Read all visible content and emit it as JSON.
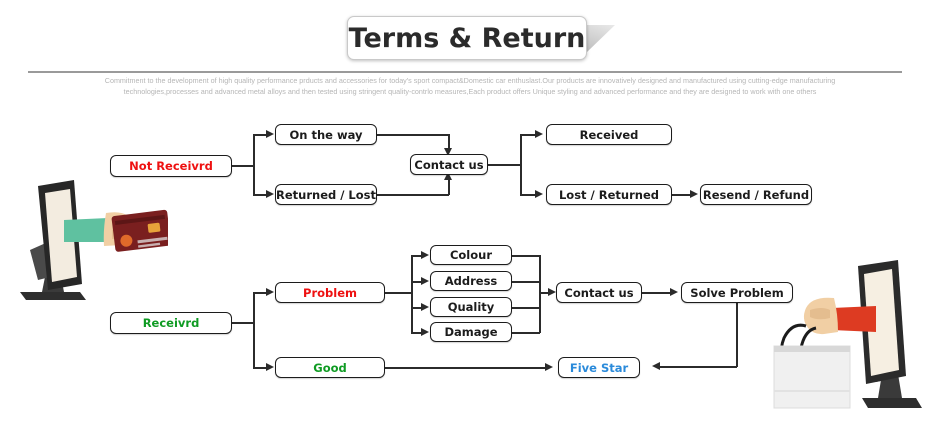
{
  "header": {
    "title": "Terms & Return",
    "intro_line1": "Commitment to the development of high quality performance prducts and accessories for today's sport compact&Domestic car enthuslast.Our products are innovatively designed and manufactured using cutting-edge manufacturing",
    "intro_line2": "technologies,processes and advanced metal alloys and then tested using stringent quality-contrlo measures,Each  product offers Unique styling and advanced performance and they are designed to work with one others"
  },
  "colors": {
    "red": "#ee1111",
    "green": "#0f9b23",
    "blue": "#2a8ada",
    "line": "#2b2b2b",
    "intro_text": "#b6b6b6",
    "sleeve_left": "#5fc1a0",
    "sleeve_right": "#dd3b22",
    "card": "#7a1f1f"
  },
  "flow_not_received": {
    "root": "Not Receivrd",
    "branch_top": "On the way",
    "branch_bottom": "Returned / Lost",
    "contact": "Contact us",
    "result_top": "Received",
    "result_bottom": "Lost / Returned",
    "final": "Resend / Refund"
  },
  "flow_received": {
    "root": "Receivrd",
    "branch_top": "Problem",
    "branch_bottom": "Good",
    "issues": [
      "Colour",
      "Address",
      "Quality",
      "Damage"
    ],
    "contact": "Contact us",
    "solve": "Solve Problem",
    "five_star": "Five Star"
  },
  "illustrations": {
    "left": "monitor-hand-credit-card",
    "right": "monitor-hand-shopping-bag"
  }
}
